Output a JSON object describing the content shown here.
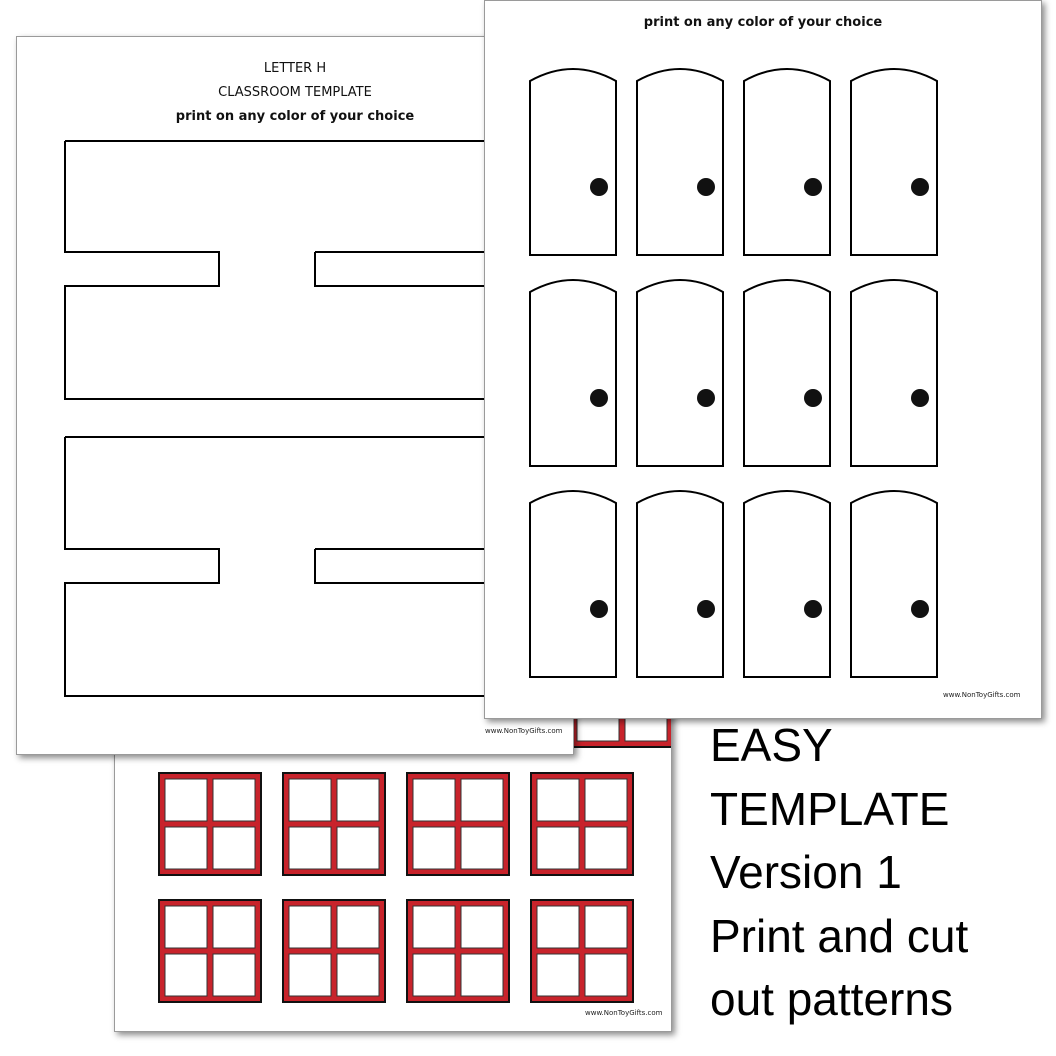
{
  "letter_sheet": {
    "title_line1": "LETTER H",
    "title_line2": "CLASSROOM TEMPLATE",
    "subtitle": "print on any color of your choice",
    "credit": "www.NonToyGifts.com"
  },
  "doors_sheet": {
    "subtitle": "print on any color of your choice",
    "credit": "www.NonToyGifts.com",
    "door_rows": 3,
    "door_columns": 4
  },
  "windows_sheet": {
    "credit": "www.NonToyGifts.com",
    "window_rows": 2,
    "window_columns": 4,
    "window_frame_color": "#c8232b"
  },
  "caption": {
    "line1": "EASY",
    "line2": "TEMPLATE",
    "line3": "Version 1",
    "line4": "Print and cut",
    "line5": "out patterns"
  }
}
